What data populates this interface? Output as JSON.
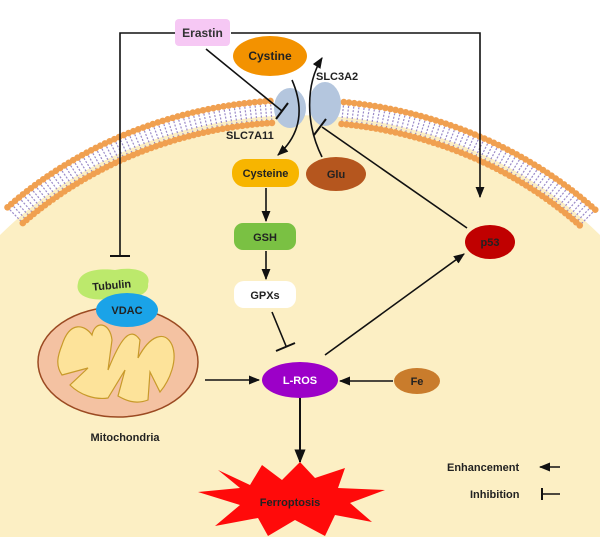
{
  "nodes": {
    "erastin": "Erastin",
    "cystine": "Cystine",
    "slc3a2": "SLC3A2",
    "slc7a11": "SLC7A11",
    "cysteine": "Cysteine",
    "glu": "Glu",
    "gsh": "GSH",
    "gpxs": "GPXs",
    "p53": "p53",
    "tubulin": "Tubulin",
    "vdac": "VDAC",
    "mitochondria": "Mitochondria",
    "lros": "L-ROS",
    "fe": "Fe",
    "ferroptosis": "Ferroptosis"
  },
  "legend": {
    "enhancement": "Enhancement",
    "inhibition": "Inhibition"
  },
  "colors": {
    "cell": "#fcefc4",
    "membrane_head": "#f0a050",
    "membrane_tail": "#9a8ac8",
    "erastin": "#f6c8f4",
    "cystine": "#f39200",
    "cysteine": "#f7b500",
    "glu": "#b5561e",
    "gsh": "#7ac143",
    "p53": "#c00000",
    "lros": "#9c00c8",
    "fe": "#c97c2c",
    "vdac": "#1aa3e8",
    "tubulin": "#bce96c",
    "ferroptosis": "#ff0a0a"
  }
}
